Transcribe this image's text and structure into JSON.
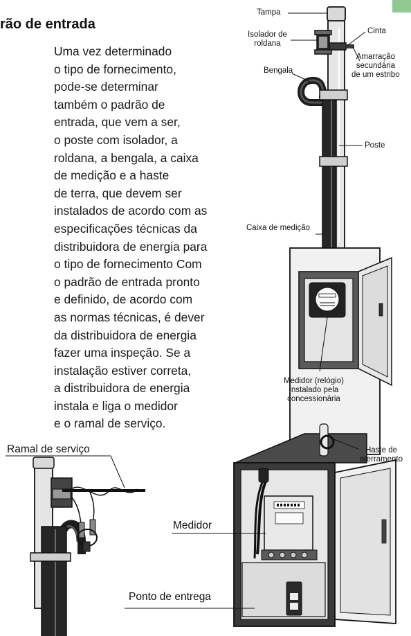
{
  "heading": "rão de entrada",
  "body_text": "Uma vez determinado\no tipo de fornecimento,\npode-se determinar\ntambém o padrão de\nentrada, que vem a ser,\no poste com isolador, a\nroldana, a bengala, a caixa\nde medição e a haste\nde terra, que devem ser\ninstalados de acordo com as\nespecificações técnicas da\ndistribuidora de energia para\no tipo de fornecimento Com\no padrão de entrada pronto\ne definido, de acordo com\nas normas técnicas, é dever\nda distribuidora de energia\nfazer uma inspeção. Se a\ninstalação estiver correta,\na distribuidora de energia\ninstala e liga o medidor\ne o ramal de serviço.",
  "labels": {
    "tampa": "Tampa",
    "cinta": "Cinta",
    "isolador": "Isolador de\nroldana",
    "amarracao": "Amarração\nsecundária\nde um estribo",
    "bengala": "Bengala",
    "poste": "Poste",
    "caixa": "Caixa de medição",
    "medidor_relogio": "Medidor (relógio)\nInstalado pela\nconcessionária",
    "ramal": "Ramal de serviço",
    "haste": "Haste de\naterramento",
    "medidor": "Medidor",
    "ponto": "Ponto de entrega"
  },
  "colors": {
    "accent_tab": "#8fc891",
    "pole_fill": "#e6e6e6",
    "dark_pipe": "#262626",
    "box_fill": "#f1f1f1",
    "outline": "#111111"
  }
}
